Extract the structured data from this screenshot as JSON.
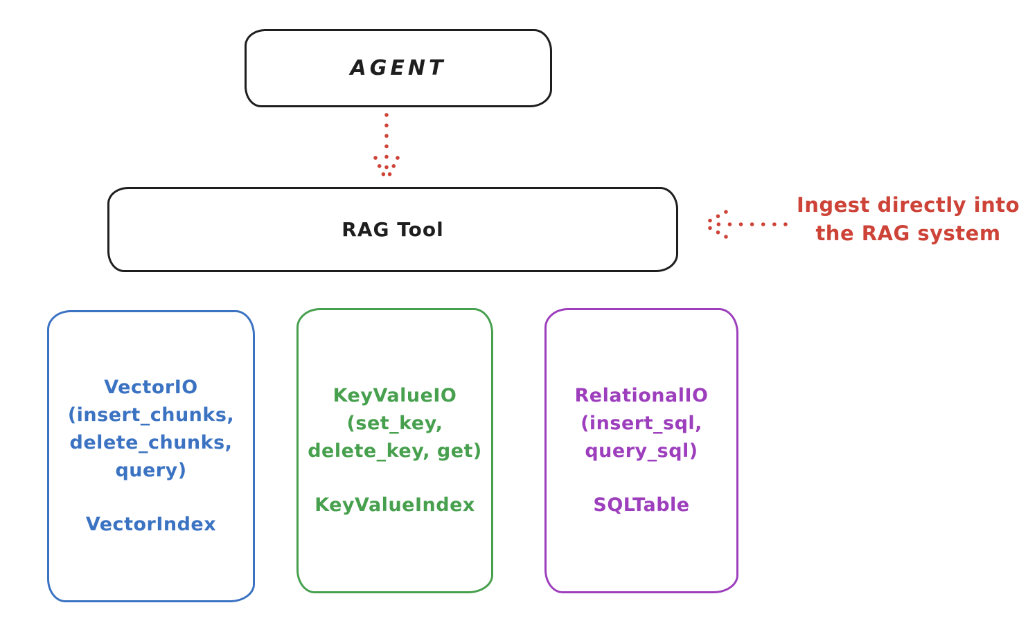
{
  "colors": {
    "ink": "#1e1e1e",
    "red": "#cd4338",
    "blue": "#3b73c2",
    "green": "#47a04e",
    "purple": "#9d3fbd"
  },
  "agent": {
    "label": "AGENT"
  },
  "rag_tool": {
    "label": "RAG Tool"
  },
  "annotation": {
    "line1": "Ingest directly into",
    "line2": "the RAG system"
  },
  "backends": [
    {
      "title": "VectorIO",
      "methods": [
        "(insert_chunks,",
        "delete_chunks,",
        "query)"
      ],
      "index": "VectorIndex",
      "color": "#3b73c2"
    },
    {
      "title": "KeyValueIO",
      "methods": [
        "(set_key,",
        "delete_key, get)"
      ],
      "index": "KeyValueIndex",
      "color": "#47a04e"
    },
    {
      "title": "RelationalIO",
      "methods": [
        "(insert_sql,",
        "query_sql)"
      ],
      "index": "SQLTable",
      "color": "#9d3fbd"
    }
  ]
}
